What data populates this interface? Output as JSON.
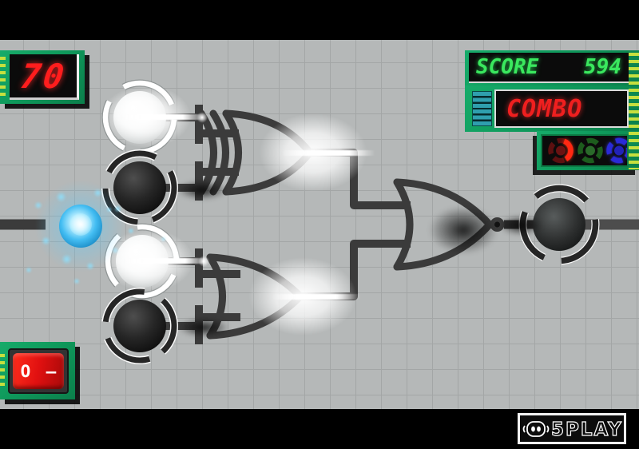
{
  "hud": {
    "timer": {
      "value": "70",
      "color": "#ff1d1d"
    },
    "score": {
      "label": "SCORE",
      "value": "594",
      "color": "#3ae85e"
    },
    "combo": {
      "label": "COMBO",
      "color": "#ef1f1f",
      "meter_segments": 6
    },
    "indicators": [
      {
        "name": "red-indicator",
        "color": "#7c1212",
        "highlight": "#ff2812",
        "state": "active"
      },
      {
        "name": "green-indicator",
        "color": "#1d5c1d",
        "state": "idle"
      },
      {
        "name": "blue-indicator",
        "color": "#2a2ad8",
        "state": "idle"
      }
    ]
  },
  "power_switch": {
    "off_label": "O",
    "on_label": "—",
    "state": "off"
  },
  "watermark": {
    "text": "5PLAY"
  },
  "circuit": {
    "inputs": [
      {
        "id": "input-1",
        "state": "on"
      },
      {
        "id": "input-2",
        "state": "off"
      },
      {
        "id": "input-3",
        "state": "on"
      },
      {
        "id": "input-4",
        "state": "off"
      }
    ],
    "gates": [
      {
        "id": "gate-xor",
        "type": "XOR",
        "inputs": [
          "input-1",
          "input-2"
        ],
        "output": "on"
      },
      {
        "id": "gate-or",
        "type": "OR",
        "inputs": [
          "input-3",
          "input-4"
        ],
        "output": "on"
      },
      {
        "id": "gate-nor",
        "type": "NOR",
        "inputs": [
          "gate-xor",
          "gate-or"
        ],
        "output": "off"
      }
    ],
    "signal_orb": {
      "color": "#39bdf2",
      "position": "left-input-wire"
    },
    "output_node": {
      "state": "off"
    }
  },
  "colors": {
    "pcb_green": "#0f9a5c",
    "pin_stripe": "#c6df3e",
    "background": "#b5b8b8",
    "wire": "#3b3b3b",
    "screen": "#0b0b0b"
  }
}
